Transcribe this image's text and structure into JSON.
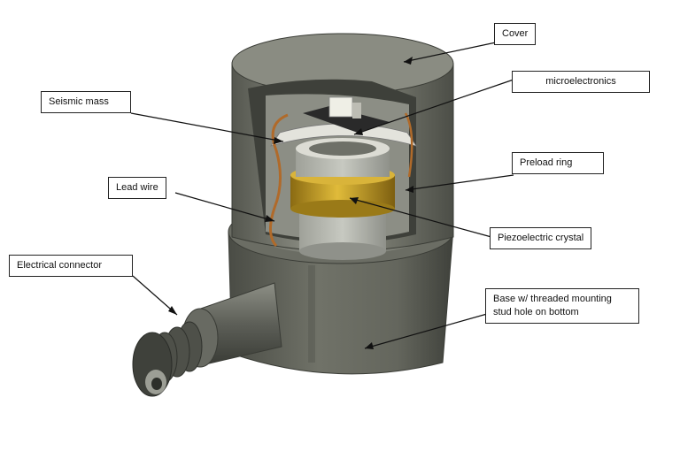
{
  "labels": {
    "cover": "Cover",
    "microelectronics": "microelectronics",
    "seismic_mass": "Seismic mass",
    "preload_ring": "Preload ring",
    "lead_wire": "Lead wire",
    "piezoelectric_crystal": "Piezoelectric crystal",
    "electrical_connector": "Electrical connector",
    "base_line1": "Base w/ threaded mounting",
    "base_line2": "stud hole on bottom"
  },
  "colors": {
    "housing": "#6f7268",
    "housing_dark": "#4a4c45",
    "housing_light": "#9a9c92",
    "crystal": "#c9a227",
    "wire": "#b06a2a",
    "connector": "#5c5f58"
  }
}
